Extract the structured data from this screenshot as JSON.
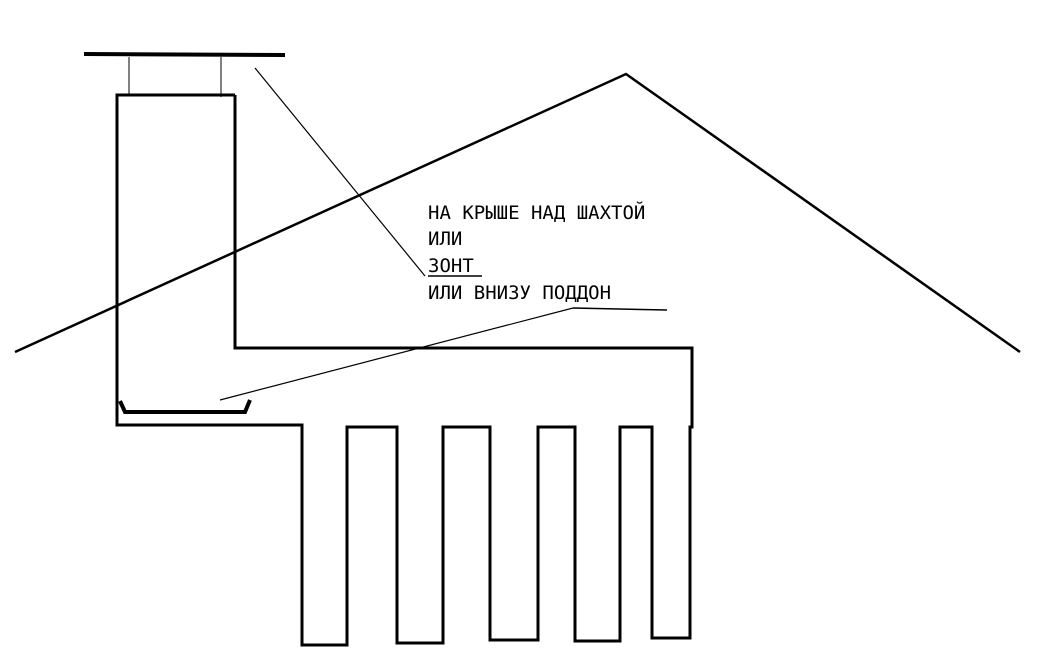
{
  "diagram": {
    "labels": {
      "line1": "НА КРЫШЕ НАД ШАХТОЙ",
      "line2": "ИЛИ",
      "line3": "ЗОНТ",
      "line4": "ИЛИ ВНИЗУ ПОДДОН"
    },
    "colors": {
      "stroke": "#000000",
      "background": "#ffffff"
    }
  }
}
